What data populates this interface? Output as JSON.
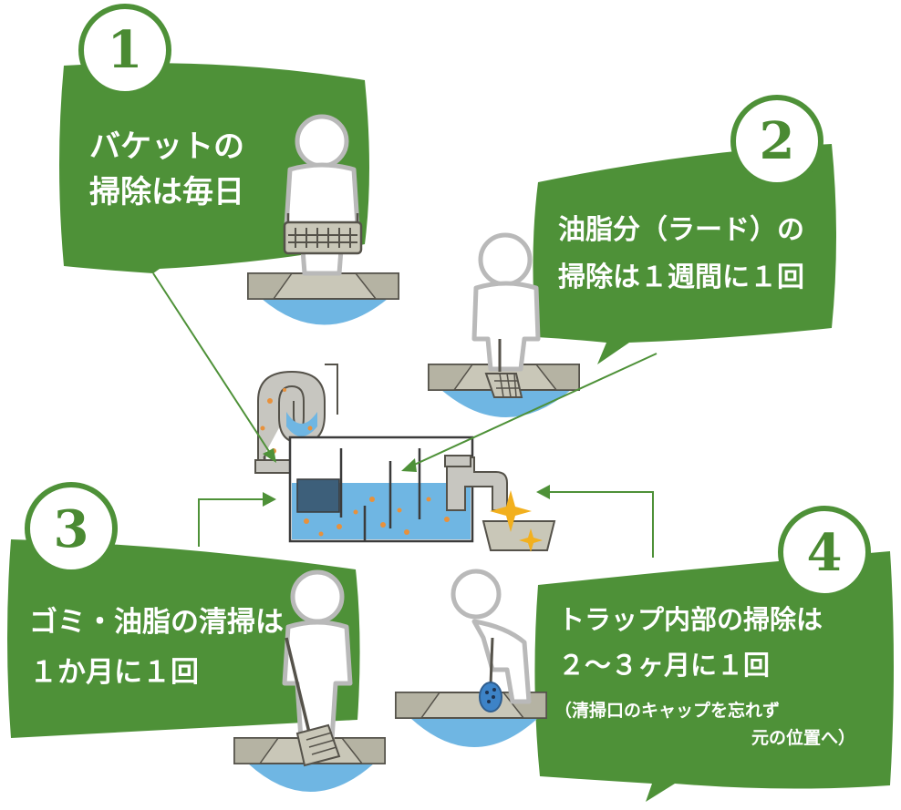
{
  "colors": {
    "green": "#4e9138",
    "green_dark": "#3f7d2b",
    "water": "#6fb6e3",
    "floor": "#c9c7b8",
    "floor_edge": "#55524a",
    "person": "#ffffff",
    "person_stroke": "#b9b9b9",
    "tank_stroke": "#3b3b3b",
    "grease": "#e8913b",
    "sparkle": "#f2b01e",
    "arrow": "#4e9138"
  },
  "steps": [
    {
      "number": "1",
      "lines": [
        "バケットの",
        "掃除は毎日"
      ],
      "sub": []
    },
    {
      "number": "2",
      "lines": [
        "油脂分（ラード）の",
        "掃除は１週間に１回"
      ],
      "sub": []
    },
    {
      "number": "3",
      "lines": [
        "ゴミ・油脂の清掃は",
        "１か月に１回"
      ],
      "sub": []
    },
    {
      "number": "4",
      "lines": [
        "トラップ内部の掃除は",
        "２～３ヶ月に１回"
      ],
      "sub": [
        "（清掃口のキャップを忘れず",
        "元の位置へ）"
      ]
    }
  ],
  "icons": {
    "person": "person-icon",
    "basket": "basket-icon",
    "strainer": "strainer-icon",
    "dustpan": "dustpan-icon",
    "scoop": "scoop-icon",
    "sparkle": "sparkle-icon",
    "tank": "grease-trap-tank-icon"
  }
}
